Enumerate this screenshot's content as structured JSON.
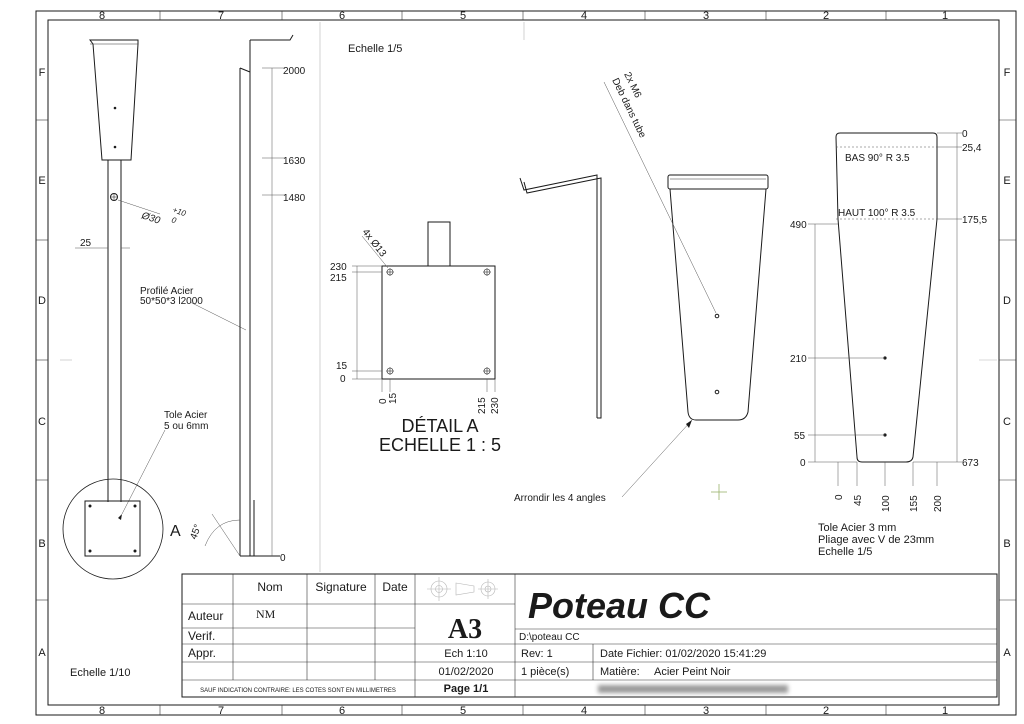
{
  "border": {
    "columns": [
      "8",
      "7",
      "6",
      "5",
      "4",
      "3",
      "2",
      "1"
    ],
    "rows": [
      "F",
      "E",
      "D",
      "C",
      "B",
      "A"
    ]
  },
  "views": {
    "left_scale": "Echelle 1/10",
    "top_scale": "Echelle 1/5",
    "profile_label_1": "Profilé Acier",
    "profile_label_2": "50*50*3 l2000",
    "plate_label_1": "Tole Acier",
    "plate_label_2": "5 ou 6mm",
    "detail_marker": "A",
    "dim_25": "25",
    "dim_hole": "Ø30",
    "dim_tol_plus": "+10",
    "dim_tol_zero": "0",
    "dim_angle": "45°",
    "side_dims": [
      "2000",
      "1630",
      "1480",
      "0"
    ],
    "detail_title": "DÉTAIL A",
    "detail_scale": "ECHELLE 1 : 5",
    "detail_holes": "4x Ø13",
    "detail_left_dims": [
      "230",
      "215",
      "15",
      "0"
    ],
    "detail_bottom_dims": [
      "0",
      "15",
      "215",
      "230"
    ],
    "hole_note_1": "2x M6",
    "hole_note_2": "Deb dans tube",
    "corner_note": "Arrondir les 4 angles",
    "bend_top": "BAS  90°  R 3.5",
    "bend_bottom": "HAUT  100°  R 3.5",
    "flat_right_dims": [
      "0",
      "25,4",
      "175,5",
      "673"
    ],
    "flat_left_dims": [
      "490",
      "210",
      "55",
      "0"
    ],
    "flat_bottom_dims": [
      "0",
      "45",
      "100",
      "155",
      "200"
    ],
    "flat_note_1": "Tole Acier 3 mm",
    "flat_note_2": "Pliage avec V de 23mm",
    "flat_note_3": "Echelle 1/5"
  },
  "title_block": {
    "col_nom": "Nom",
    "col_signature": "Signature",
    "col_date": "Date",
    "row_auteur": "Auteur",
    "row_verif": "Verif.",
    "row_appr": "Appr.",
    "auteur_nom": "NM",
    "size": "A3",
    "scale": "Ech 1:10",
    "date": "01/02/2020",
    "page": "Page 1/1",
    "footnote": "SAUF INDICATION CONTRAIRE: LES COTES SONT EN MILLIMETRES",
    "title": "Poteau CC",
    "path": "D:\\poteau CC",
    "rev": "Rev:  1",
    "file_date": "Date Fichier: 01/02/2020 15:41:29",
    "pieces": "1    pièce(s)",
    "material_label": "Matière:",
    "material_value": "Acier  Peint Noir"
  }
}
